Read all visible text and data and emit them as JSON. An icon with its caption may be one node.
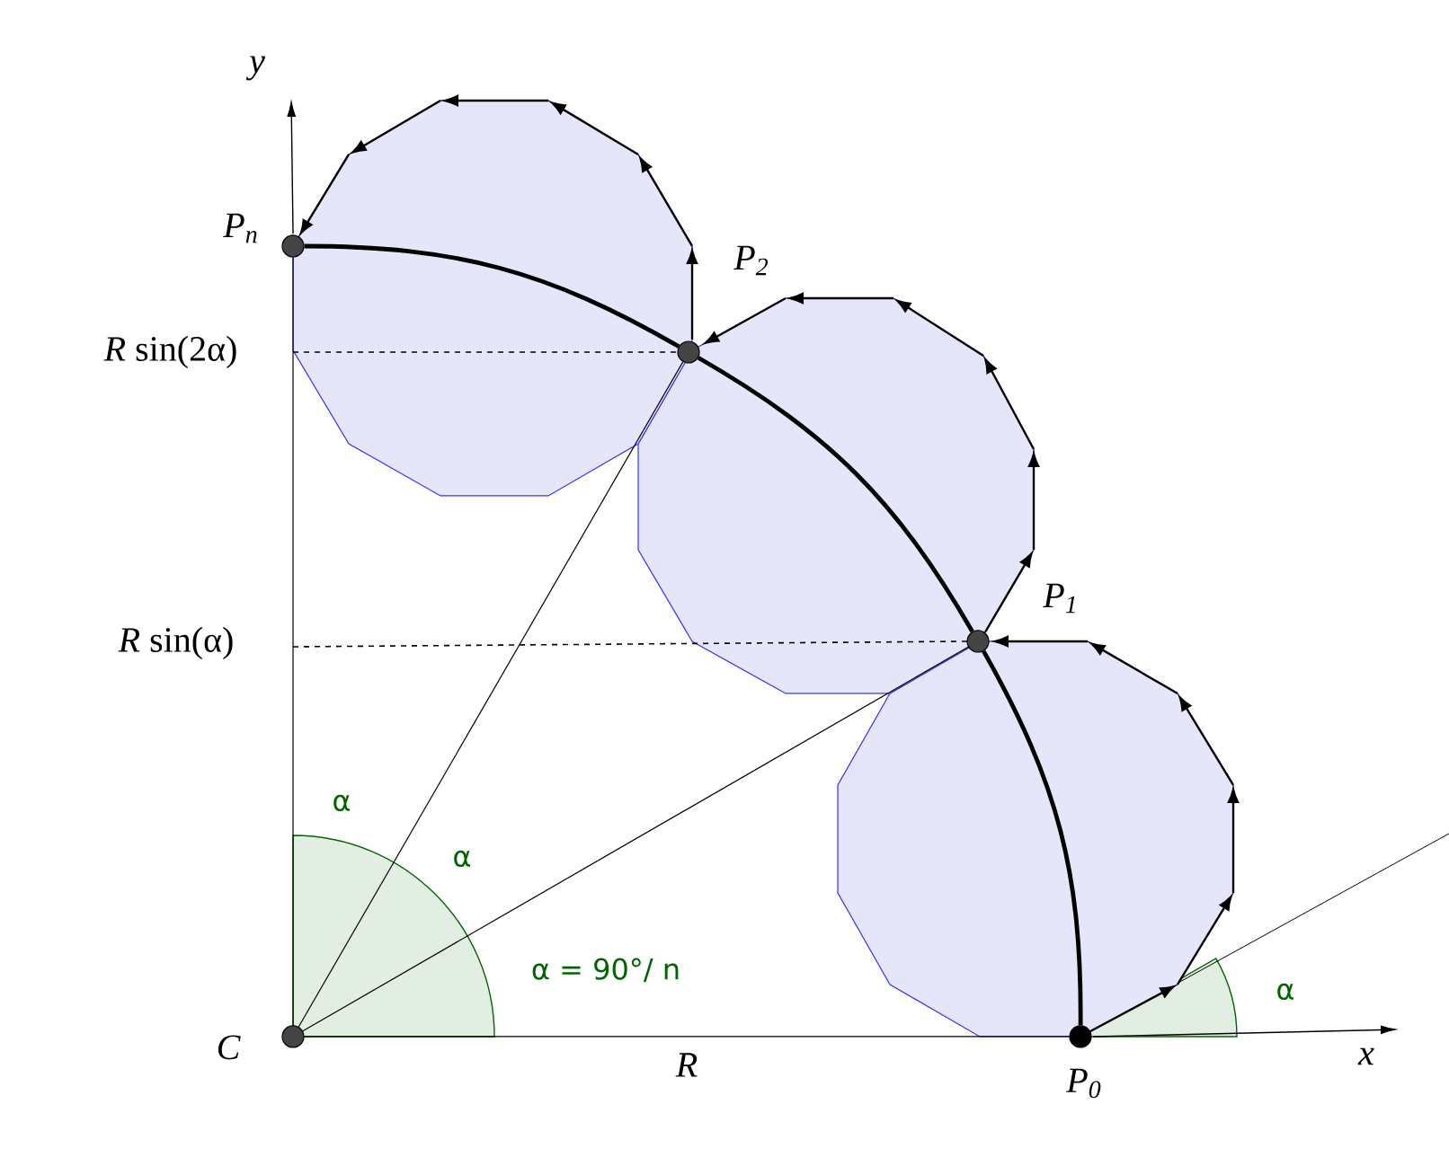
{
  "diagram": {
    "nodes": [
      {
        "text": [],
        "shape": "circle",
        "beside": [
          "C"
        ]
      },
      {
        "text": [],
        "shape": "circle",
        "beside": [
          "P$_{0}$"
        ]
      },
      {
        "text": [],
        "shape": "circle",
        "beside": [
          "P$_{1}$"
        ]
      },
      {
        "text": [],
        "shape": "circle",
        "beside": [
          "P$_{2}$"
        ]
      },
      {
        "text": [],
        "shape": "circle",
        "beside": [
          "P$_{n}$"
        ]
      }
    ],
    "edges": [
      {
        "from": 0,
        "to": 1,
        "arrow": "none",
        "label": "R"
      },
      {
        "from": 0,
        "to": 2,
        "arrow": "none"
      },
      {
        "from": 0,
        "to": 3,
        "arrow": "none"
      },
      {
        "from": 0,
        "to": 4,
        "arrow": "none"
      },
      {
        "from": 1,
        "to": 2,
        "arrow": "none",
        "style": "thick"
      },
      {
        "from": 2,
        "to": 3,
        "arrow": "none",
        "style": "thick"
      },
      {
        "from": 3,
        "to": 4,
        "arrow": "none",
        "style": "thick"
      }
    ],
    "labels": [
      "y",
      "*R* sin(2α)",
      "*R* sin(α)",
      "α",
      "α",
      "α = 90°/ n",
      "α",
      "x"
    ]
  }
}
